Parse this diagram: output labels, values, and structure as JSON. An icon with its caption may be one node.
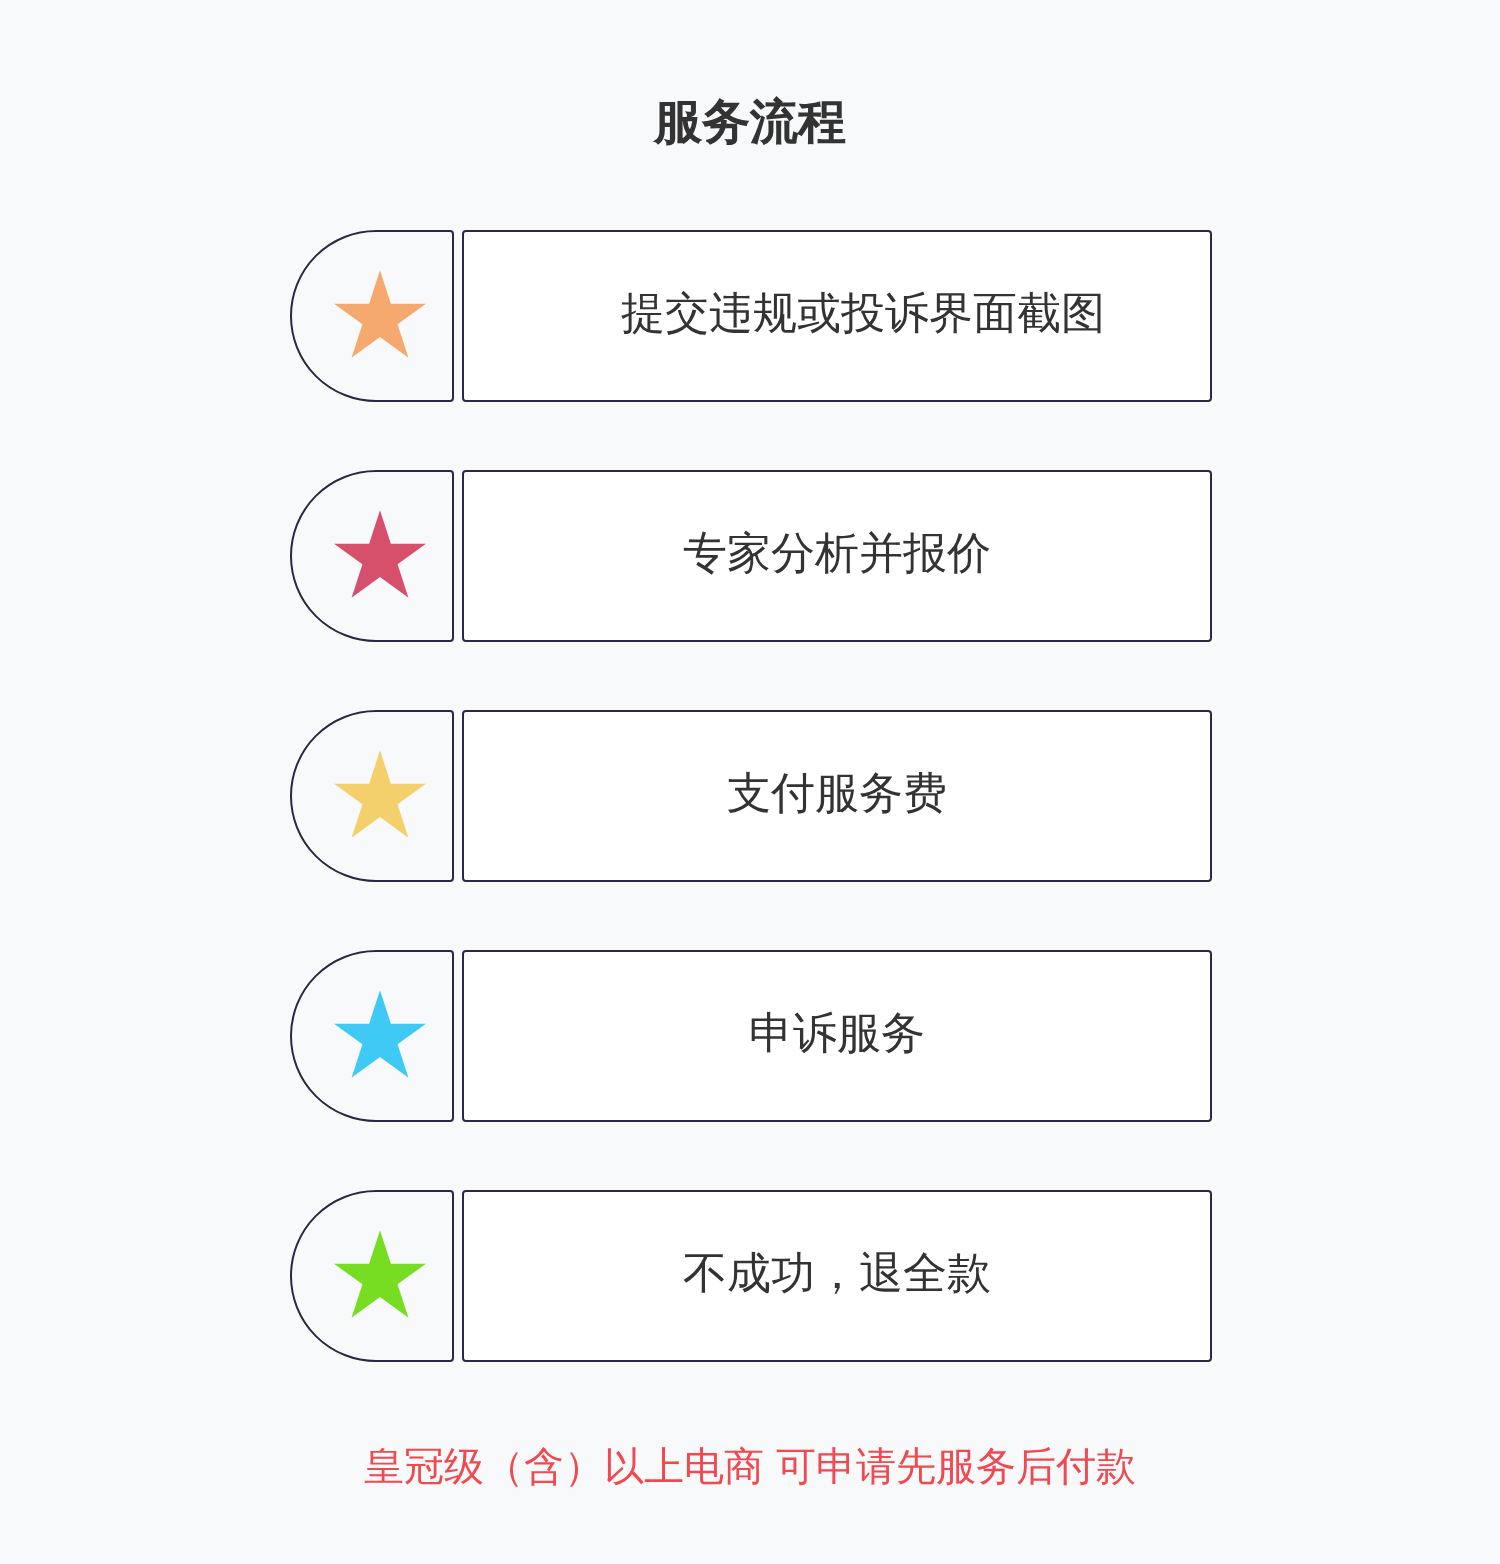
{
  "diagram": {
    "title": "服务流程",
    "nodes": [
      {
        "text": [
          "提交违规或投诉界面截图"
        ]
      },
      {
        "text": [
          "专家分析并报价"
        ]
      },
      {
        "text": [
          "支付服务费"
        ]
      },
      {
        "text": [
          "申诉服务"
        ]
      },
      {
        "text": [
          "不成功，退全款"
        ]
      }
    ],
    "labels": [
      "皇冠级（含）以上电商 可申请先服务后付款"
    ]
  }
}
